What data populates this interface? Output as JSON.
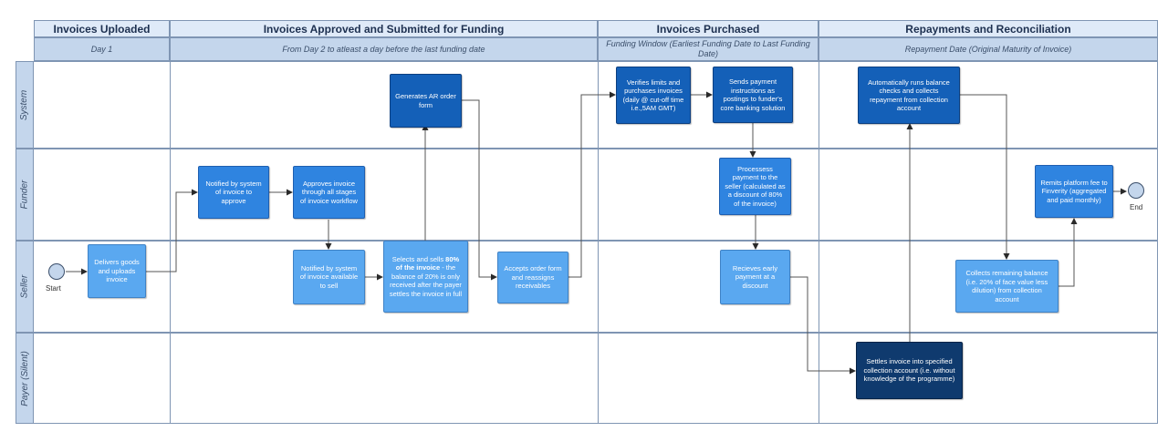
{
  "phases": [
    {
      "title": "Invoices Uploaded",
      "subtitle": "Day 1"
    },
    {
      "title": "Invoices Approved and Submitted for Funding",
      "subtitle": "From Day 2 to atleast a day before the last funding date"
    },
    {
      "title": "Invoices Purchased",
      "subtitle": "Funding Window (Earliest Funding Date to Last Funding Date)"
    },
    {
      "title": "Repayments and Reconciliation",
      "subtitle": "Repayment Date (Original Maturity of Invoice)"
    }
  ],
  "lanes": [
    "System",
    "Funder",
    "Seller",
    "Payer (Silent)"
  ],
  "events": {
    "start": "Start",
    "end": "End"
  },
  "steps": {
    "deliver": "Delivers goods and uploads invoice",
    "notified_funder": "Notified by system of invoice to approve",
    "approves": "Approves invoice through all stages of invoice workflow",
    "notified_seller": "Notified by system of invoice available to sell",
    "selects_pre": "Selects and sells ",
    "selects_bold": "80% of the invoice",
    "selects_post": " - the balance of 20% is only received after the payer settles the invoice in full",
    "generates_ar": "Generates AR order form",
    "accepts": "Accepts order form and reassigns receivables",
    "verifies": "Verifies limits and purchases invoices (daily @ cut-off time i.e.,5AM GMT)",
    "sends_payment": "Sends payment instructions as postings to funder's core banking solution",
    "processes": "Processess payment to the seller (calculated as a discount of 80% of the invoice)",
    "receives_early": "Recieves early payment at a discount",
    "settles": "Settles invoice into specified collection account (i.e. without knowledge of the programme)",
    "auto_balance": "Automatically runs balance checks and collects repayment from collection account",
    "collects_remaining": "Collects remaining balance (i.e. 20% of face value less dilution) from collection account",
    "remits_fee": "Remits platform fee to Finverity (aggregated and paid monthly)"
  }
}
